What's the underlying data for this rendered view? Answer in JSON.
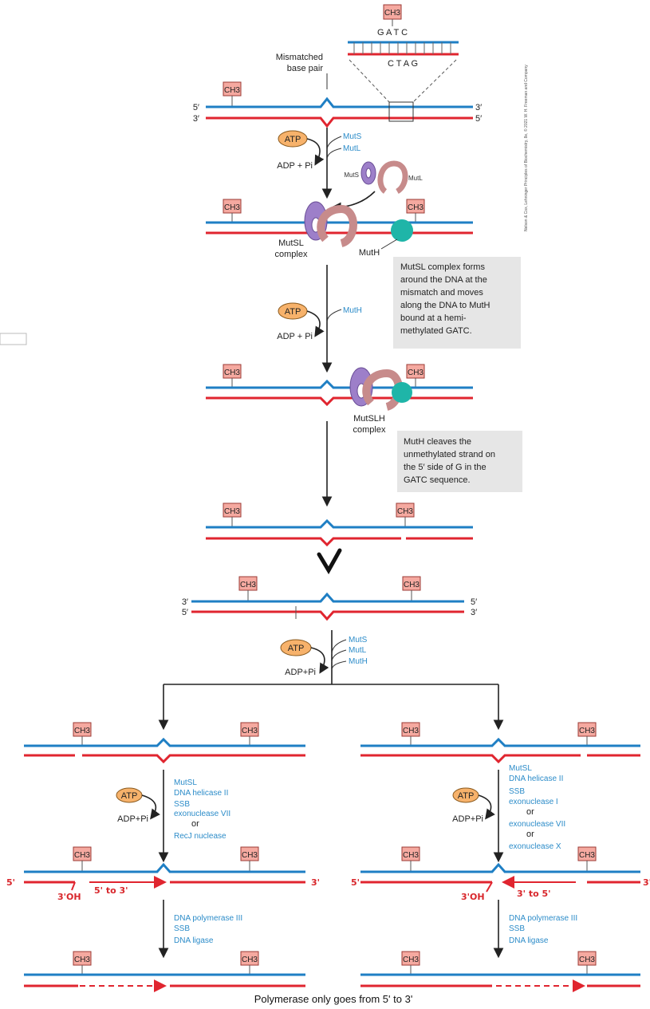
{
  "labels": {
    "ch3": "CH3",
    "gatc_top": "G  A  T  C",
    "gatc_bottom": "C  T  A  G",
    "mismatch_line1": "Mismatched",
    "mismatch_line2": "base pair",
    "five_prime": "5′",
    "three_prime": "3′",
    "atp": "ATP",
    "adp_pi": "ADP + Pi",
    "adp_pi_compact": "ADP+Pi",
    "mutsl_complex_1": "MutSL",
    "mutsl_complex_2": "complex",
    "muth": "MutH",
    "muts_small": "MutS",
    "mutl_small": "MutL",
    "mutslh_1": "MutSLH",
    "mutslh_2": "complex",
    "credit": "Nelson & Cox, Lehninger Principles of Biochemistry, 8e, © 2021 W. H. Freeman and Company",
    "five_prime_hand": "5'",
    "three_prime_hand": "3'",
    "three_oh": "3'OH",
    "five_to_three": "5' to 3'",
    "three_to_five": "3' to 5'",
    "caption": "Polymerase only goes from 5' to 3'"
  },
  "enzymes": {
    "step1": [
      "MutS",
      "MutL"
    ],
    "step2": [
      "MutH"
    ],
    "step3": [
      "MutS",
      "MutL",
      "MutH"
    ],
    "left_excision": [
      "MutSL",
      "DNA helicase II",
      "SSB",
      "exonuclease VII",
      "or",
      "RecJ nuclease"
    ],
    "right_excision": [
      "MutSL",
      "DNA helicase II",
      "SSB",
      "exonuclease I",
      "or",
      "exonuclease VII",
      "or",
      "exonuclease X"
    ],
    "synthesis": [
      "DNA polymerase III",
      "SSB",
      "DNA ligase"
    ]
  },
  "notes": {
    "note1": [
      "MutSL complex forms",
      "around the DNA at the",
      "mismatch and moves",
      "along the DNA to MutH",
      "bound at a hemi-",
      "methylated GATC."
    ],
    "note2": [
      "MutH cleaves the",
      "unmethylated strand on",
      "the 5′ side of G in the",
      "GATC sequence."
    ]
  },
  "colors": {
    "top_strand": "#1f7fc4",
    "bottom_strand": "#e0252f",
    "ch3_box": "#f5a9a0",
    "atp_oval": "#f7b26b",
    "enzyme_text": "#2c8cc9",
    "muts_purple": "#9d7fc9",
    "mutl_pink": "#d9a3a3",
    "muth_teal": "#1fb5a8",
    "note_bg": "#e6e6e6"
  }
}
